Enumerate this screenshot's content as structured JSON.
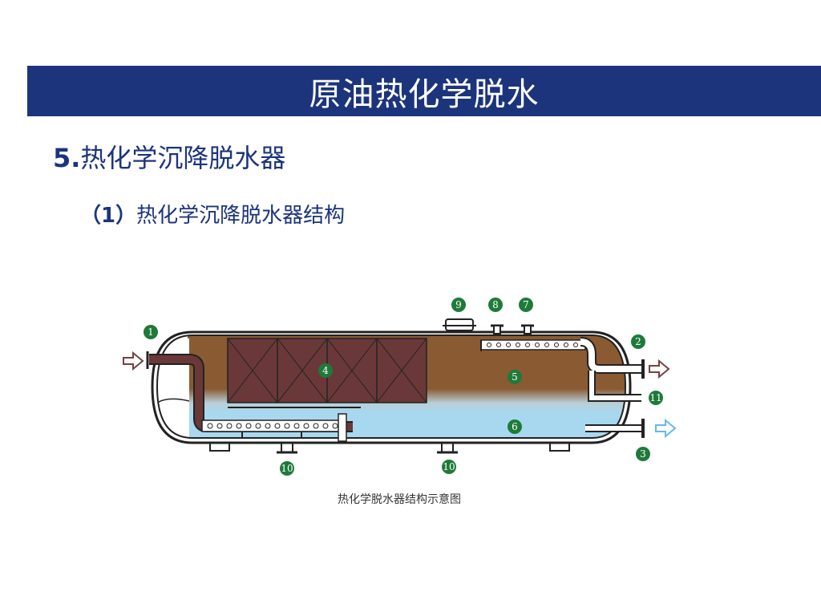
{
  "slide": {
    "title": "原油热化学脱水",
    "heading_num": "5.",
    "heading_text": "热化学沉降脱水器",
    "subheading_paren": "（1）",
    "subheading_text": "热化学沉降脱水器结构",
    "caption": "热化学脱水器结构示意图"
  },
  "diagram": {
    "markers": [
      "1",
      "2",
      "3",
      "4",
      "5",
      "6",
      "7",
      "8",
      "9",
      "10",
      "10",
      "11"
    ],
    "colors": {
      "oil": "#8a5a32",
      "water": "#a8d8f0",
      "packing": "#6a3838",
      "marker": "#1f7a3a",
      "shell": "#222222",
      "arrow_in": "#7a4040",
      "arrow_out_water": "#66b8ea"
    }
  }
}
